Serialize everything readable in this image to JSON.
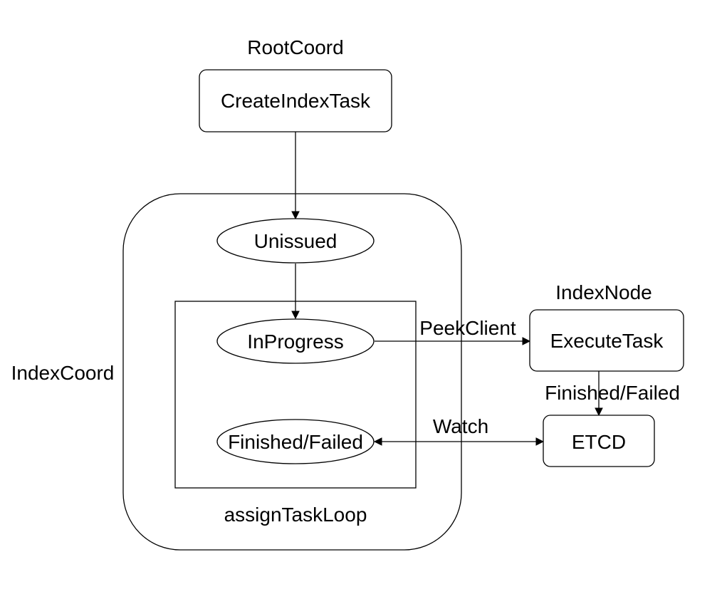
{
  "diagram": {
    "labels": {
      "root_coord": "RootCoord",
      "index_coord": "IndexCoord",
      "index_node": "IndexNode",
      "assign_task_loop": "assignTaskLoop"
    },
    "nodes": {
      "create_index_task": "CreateIndexTask",
      "unissued": "Unissued",
      "in_progress": "InProgress",
      "finished_failed": "Finished/Failed",
      "execute_task": "ExecuteTask",
      "etcd": "ETCD"
    },
    "edges": {
      "peek_client": "PeekClient",
      "watch": "Watch",
      "finished_failed": "Finished/Failed"
    }
  }
}
